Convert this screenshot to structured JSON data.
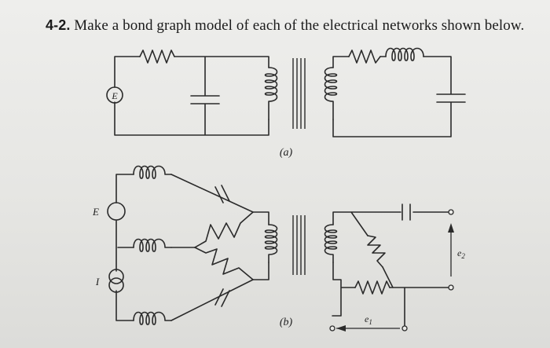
{
  "problem": {
    "number": "4-2.",
    "statement": "Make a bond graph model of each of the electrical networks shown below."
  },
  "circuit_a": {
    "caption": "(a)",
    "source_label": "E"
  },
  "circuit_b": {
    "caption": "(b)",
    "voltage_source_label": "E",
    "current_source_label": "I",
    "input_label": "e",
    "input_subscript": "1",
    "output_label": "e",
    "output_subscript": "2"
  }
}
